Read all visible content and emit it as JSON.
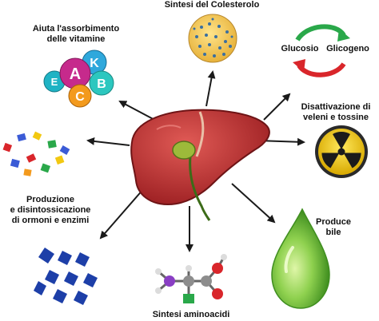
{
  "labels": {
    "colesterolo": "Sintesi del Colesterolo",
    "vitamine_1": "Aiuta l'assorbimento",
    "vitamine_2": "delle vitamine",
    "glucosio": "Glucosio",
    "glicogeno": "Glicogeno",
    "veleni_1": "Disattivazione di",
    "veleni_2": "veleni e tossine",
    "ormoni_1": "Produzione",
    "ormoni_2": "e disintossicazione",
    "ormoni_3": "di ormoni e enzimi",
    "bile_1": "Produce",
    "bile_2": "bile",
    "aminoacidi": "Sintesi aminoacidi"
  },
  "vitamins": [
    "A",
    "K",
    "B",
    "C",
    "E"
  ],
  "colors": {
    "liver": "#b3282a",
    "liver_light": "#d9534f",
    "gallbladder": "#8fa52d",
    "bile_drop": "#7cc242",
    "arrow_green": "#2aa84a",
    "arrow_red": "#d9262b",
    "radiation_yellow": "#f2c811",
    "arrow": "#1a1a1a"
  }
}
